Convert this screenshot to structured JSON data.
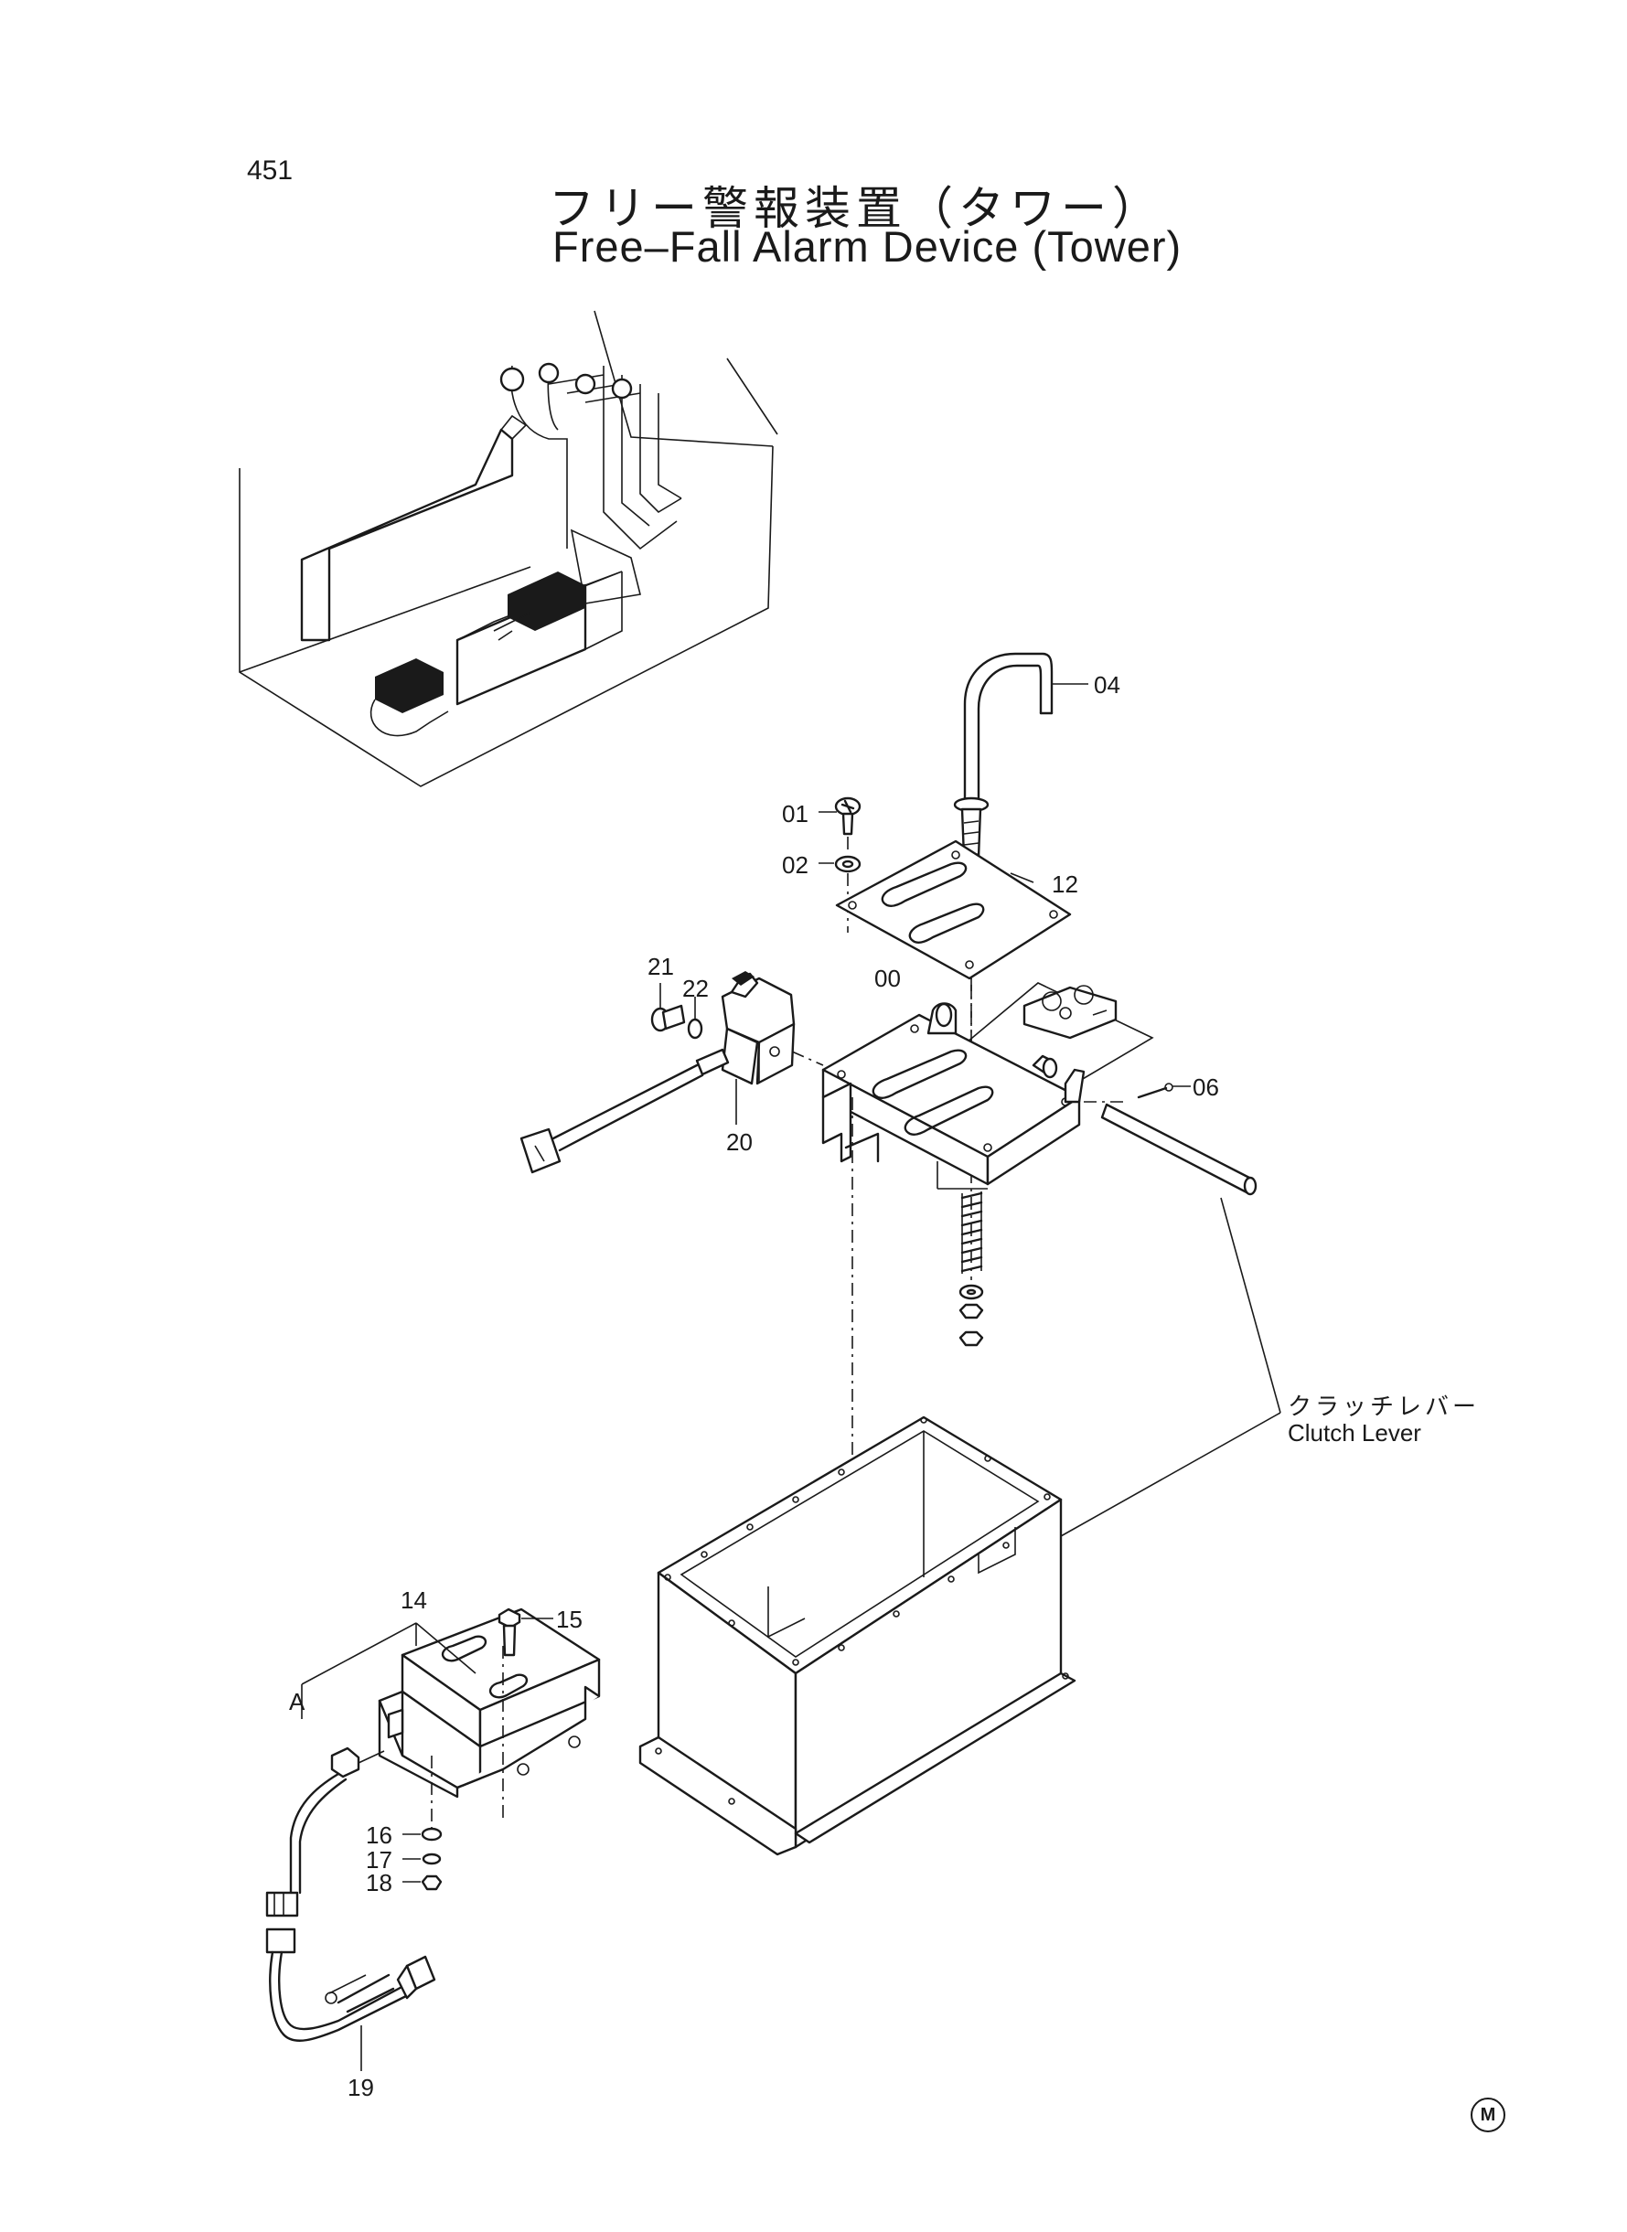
{
  "page": {
    "number": "451",
    "title_jp": "フリー警報装置（タワー）",
    "title_en": "Free–Fall Alarm Device (Tower)"
  },
  "callouts": {
    "p04": "04",
    "p01": "01",
    "p02": "02",
    "p12": "12",
    "p21": "21",
    "p22": "22",
    "p00": "00",
    "p06": "06",
    "p20": "20",
    "p14": "14",
    "p15": "15",
    "pA": "A",
    "p16": "16",
    "p17": "17",
    "p18": "18",
    "p19": "19"
  },
  "annotations": {
    "clutch_lever_jp": "クラッチレバー",
    "clutch_lever_en": "Clutch Lever"
  },
  "footer": {
    "mark": "M"
  }
}
